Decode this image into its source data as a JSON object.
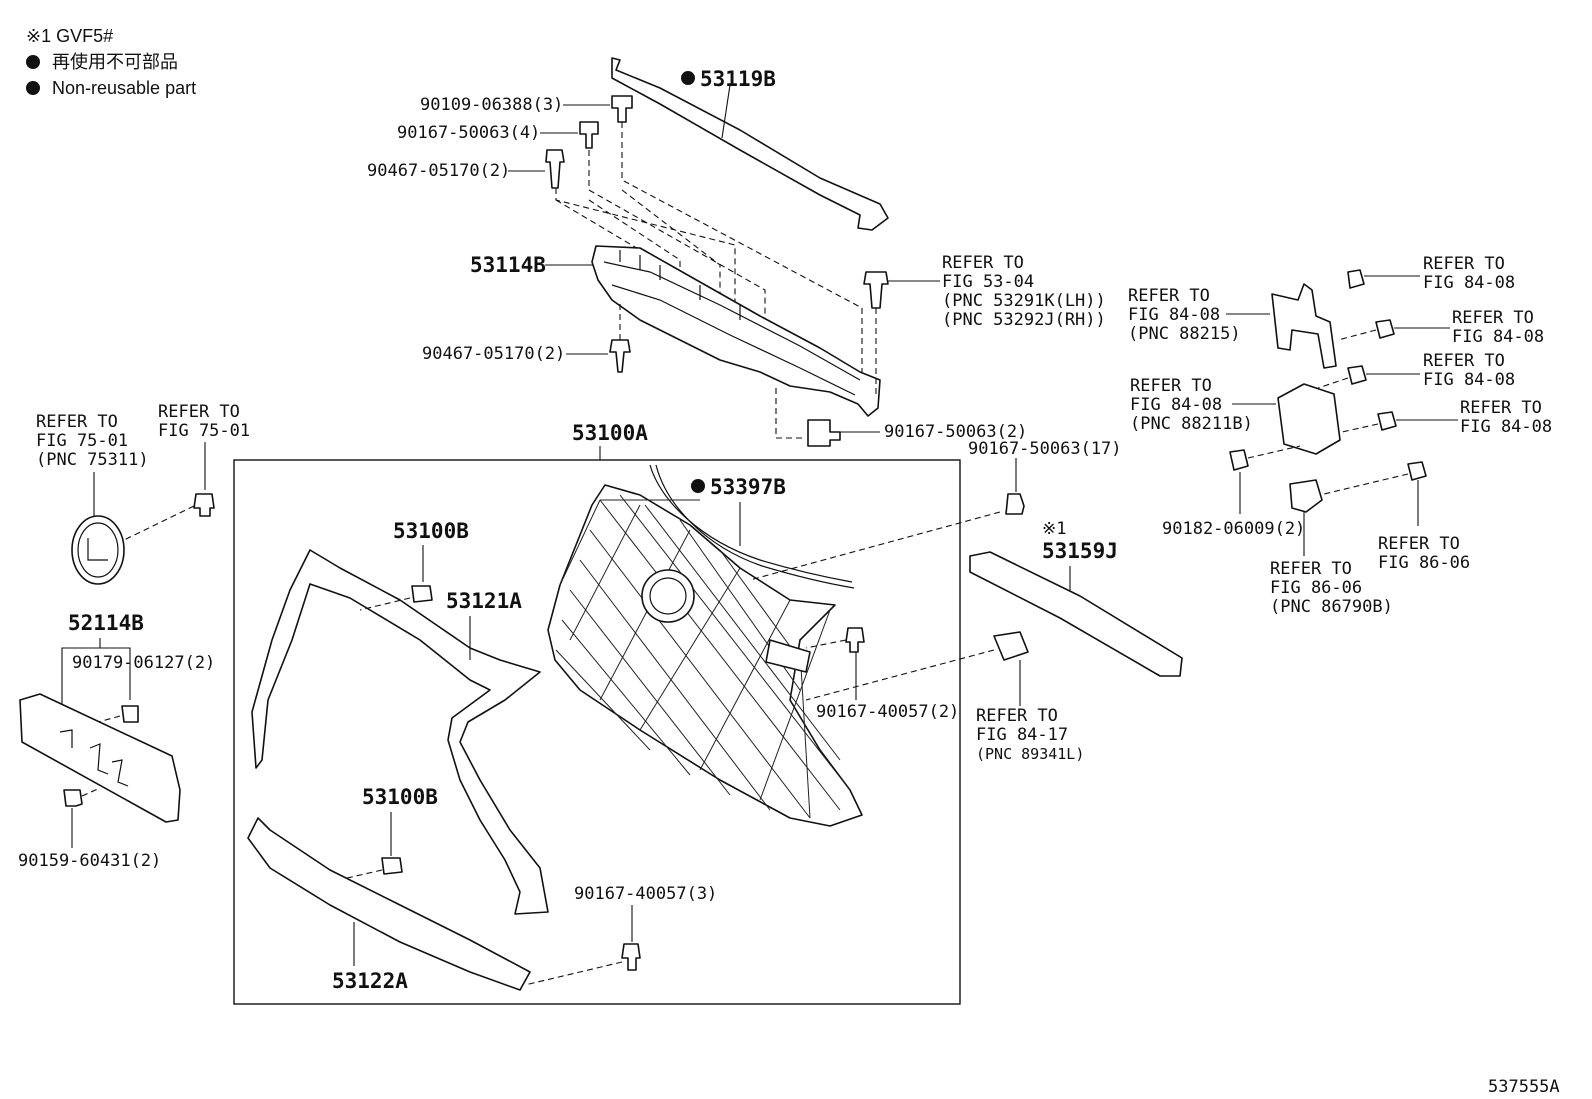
{
  "legend": {
    "note_marker": "※1 GVF5#",
    "non_reusable_jp": "再使用不可部品",
    "non_reusable_en": "Non-reusable part"
  },
  "labels": {
    "p90109": "90109-06388(3)",
    "p90167_4": "90167-50063(4)",
    "p90467_top": "90467-05170(2)",
    "p53119B": "53119B",
    "p53114B": "53114B",
    "p90467_mid": "90467-05170(2)",
    "ref5304_1": "REFER TO",
    "ref5304_2": "FIG 53-04",
    "ref5304_3": "(PNC 53291K(LH))",
    "ref5304_4": "(PNC 53292J(RH))",
    "p90167_2": "90167-50063(2)",
    "p53100A": "53100A",
    "p90167_17": "90167-50063(17)",
    "p53397B": "53397B",
    "note1": "※1",
    "p53159J": "53159J",
    "ref7501a_1": "REFER TO",
    "ref7501a_2": "FIG 75-01",
    "ref7501a_3": "(PNC 75311)",
    "ref7501b_1": "REFER TO",
    "ref7501b_2": "FIG 75-01",
    "p53100B_top": "53100B",
    "p53121A": "53121A",
    "p52114B": "52114B",
    "p90179": "90179-06127(2)",
    "p90167_40057_2": "90167-40057(2)",
    "ref8417_1": "REFER TO",
    "ref8417_2": "FIG 84-17",
    "ref8417_3": "(PNC 89341L)",
    "p90159": "90159-60431(2)",
    "p53100B_bot": "53100B",
    "p90167_40057_3": "90167-40057(3)",
    "p53122A": "53122A",
    "ref8408a_1": "REFER TO",
    "ref8408a_2": "FIG 84-08",
    "ref8408b_1": "REFER TO",
    "ref8408b_2": "FIG 84-08",
    "ref8408b_3": "(PNC 88215)",
    "ref8408c_1": "REFER TO",
    "ref8408c_2": "FIG 84-08",
    "ref8408d_1": "REFER TO",
    "ref8408d_2": "FIG 84-08",
    "ref8408e_1": "REFER TO",
    "ref8408e_2": "FIG 84-08",
    "ref8408e_3": "(PNC 88211B)",
    "ref8408f_1": "REFER TO",
    "ref8408f_2": "FIG 84-08",
    "p90182": "90182-06009(2)",
    "ref8606a_1": "REFER TO",
    "ref8606a_2": "FIG 86-06",
    "ref8606a_3": "(PNC 86790B)",
    "ref8606b_1": "REFER TO",
    "ref8606b_2": "FIG 86-06",
    "figure_id": "537555A"
  }
}
